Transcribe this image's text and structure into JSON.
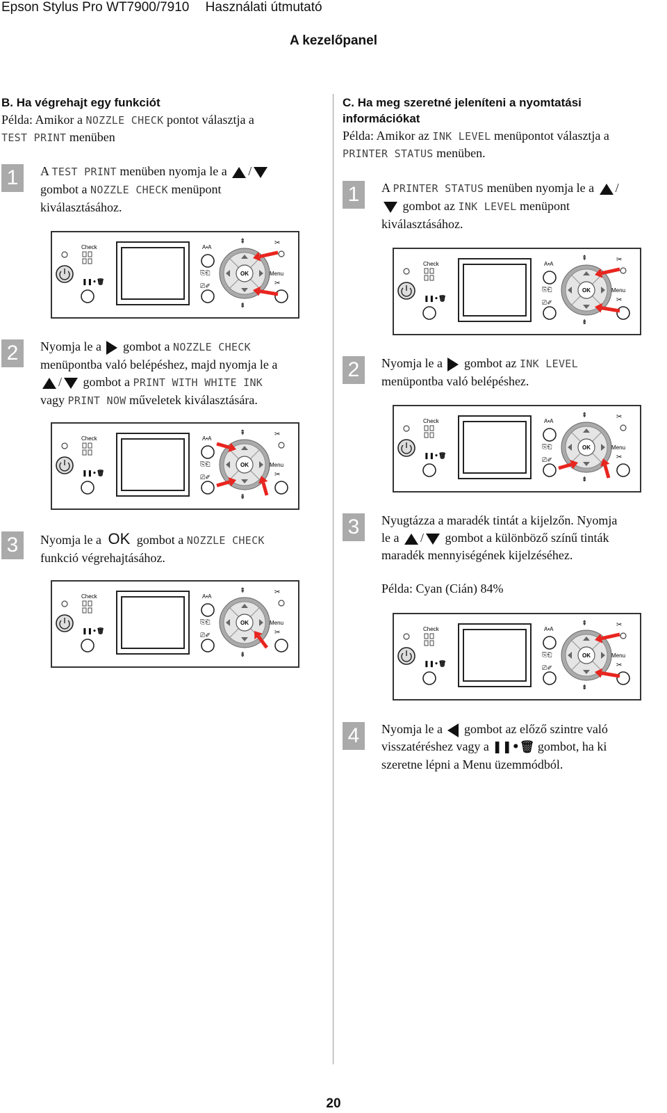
{
  "header": {
    "product": "Epson Stylus Pro WT7900/7910",
    "manual": "Használati útmutató"
  },
  "chapter_title": "A kezelőpanel",
  "page_number": "20",
  "panel_labels": {
    "check": "Check",
    "ok": "OK",
    "menu": "Menu",
    "aa": "A•A"
  },
  "sectionB": {
    "title": "B. Ha végrehajt egy funkciót",
    "example_prefix": "Példa: Amikor a",
    "example_item": "NOZZLE CHECK",
    "example_mid": "pontot választja a",
    "example_menu": "TEST PRINT",
    "example_suffix": "menüben",
    "step1": {
      "num": "1",
      "t1": "A",
      "m1": "TEST PRINT",
      "t2": "menüben nyomja le a",
      "t3": "/",
      "t4": "gombot a",
      "m2": "NOZZLE CHECK",
      "t5": "menüpont",
      "t6": "kiválasztásához."
    },
    "step2": {
      "num": "2",
      "t1": "Nyomja le a",
      "t2": "gombot a",
      "m1": "NOZZLE CHECK",
      "t3": "menüpontba való belépéshez, majd nyomja le a",
      "t4": "/",
      "t5": "gombot a",
      "m2": "PRINT WITH WHITE INK",
      "t6": "vagy",
      "m3": "PRINT NOW",
      "t7": "műveletek kiválasztására."
    },
    "step3": {
      "num": "3",
      "t1": "Nyomja le a",
      "ok": "OK",
      "t2": "gombot a",
      "m1": "NOZZLE CHECK",
      "t3": "funkció végrehajtásához."
    }
  },
  "sectionC": {
    "title_line1": "C. Ha meg szeretné jeleníteni a nyomtatási",
    "title_line2": "információkat",
    "example_prefix": "Példa: Amikor az",
    "example_item": "INK LEVEL",
    "example_mid": "menüpontot választja a",
    "example_menu": "PRINTER STATUS",
    "example_suffix": "menüben.",
    "step1": {
      "num": "1",
      "t1": "A",
      "m1": "PRINTER STATUS",
      "t2": "menüben nyomja le a",
      "t3": "/",
      "t4": "gombot az",
      "m2": "INK LEVEL",
      "t5": "menüpont",
      "t6": "kiválasztásához."
    },
    "step2": {
      "num": "2",
      "t1": "Nyomja le a",
      "t2": "gombot az",
      "m1": "INK LEVEL",
      "t3": "menüpontba való belépéshez."
    },
    "step3": {
      "num": "3",
      "t1": "Nyugtázza a maradék tintát a kijelzőn. Nyomja",
      "t2": "le a",
      "t3": "/",
      "t4": "gombot a különböző színű tinták",
      "t5": "maradék mennyiségének kijelzéséhez.",
      "example": "Példa: Cyan (Cián) 84%"
    },
    "step4": {
      "num": "4",
      "t1": "Nyomja le a",
      "t2": "gombot az előző szintre való",
      "t3": "visszatéréshez vagy a",
      "t4": "gombot, ha ki",
      "t5": "szeretne lépni a Menu üzemmódból."
    }
  }
}
